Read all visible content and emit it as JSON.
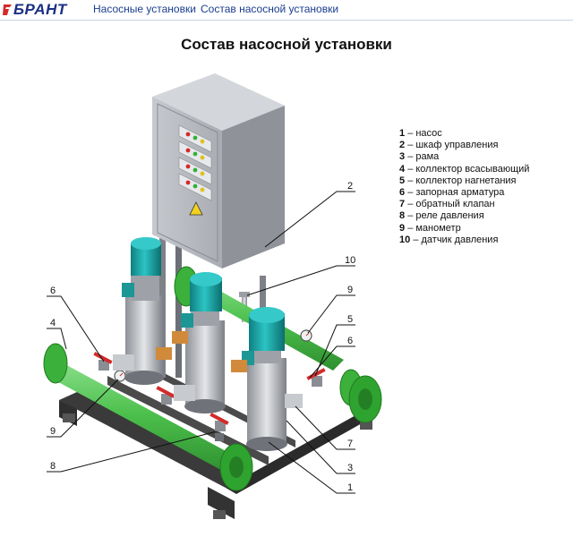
{
  "header": {
    "logo_text": "БРАНТ",
    "nav": [
      "Насосные установки",
      "Состав насосной установки"
    ]
  },
  "title": "Состав насосной установки",
  "legend": [
    {
      "num": "1",
      "text": "– насос"
    },
    {
      "num": "2",
      "text": "– шкаф управления"
    },
    {
      "num": "3",
      "text": "– рама"
    },
    {
      "num": "4",
      "text": "– коллектор всасывающий"
    },
    {
      "num": "5",
      "text": "– коллектор нагнетания"
    },
    {
      "num": "6",
      "text": "– запорная арматура"
    },
    {
      "num": "7",
      "text": "– обратный клапан"
    },
    {
      "num": "8",
      "text": "– реле давления"
    },
    {
      "num": "9",
      "text": "– манометр"
    },
    {
      "num": "10",
      "text": "– датчик давления"
    }
  ],
  "callouts": [
    "6",
    "4",
    "9",
    "8",
    "2",
    "10",
    "9",
    "5",
    "6",
    "7",
    "3",
    "1"
  ],
  "colors": {
    "brand": "#1a2f82",
    "accent_red": "#d42a2a",
    "pipe_green": "#5cc95c",
    "motor_teal": "#1aa8a8",
    "cabinet_gray": "#b9bcc2",
    "frame_dark": "#3a3a3a"
  }
}
